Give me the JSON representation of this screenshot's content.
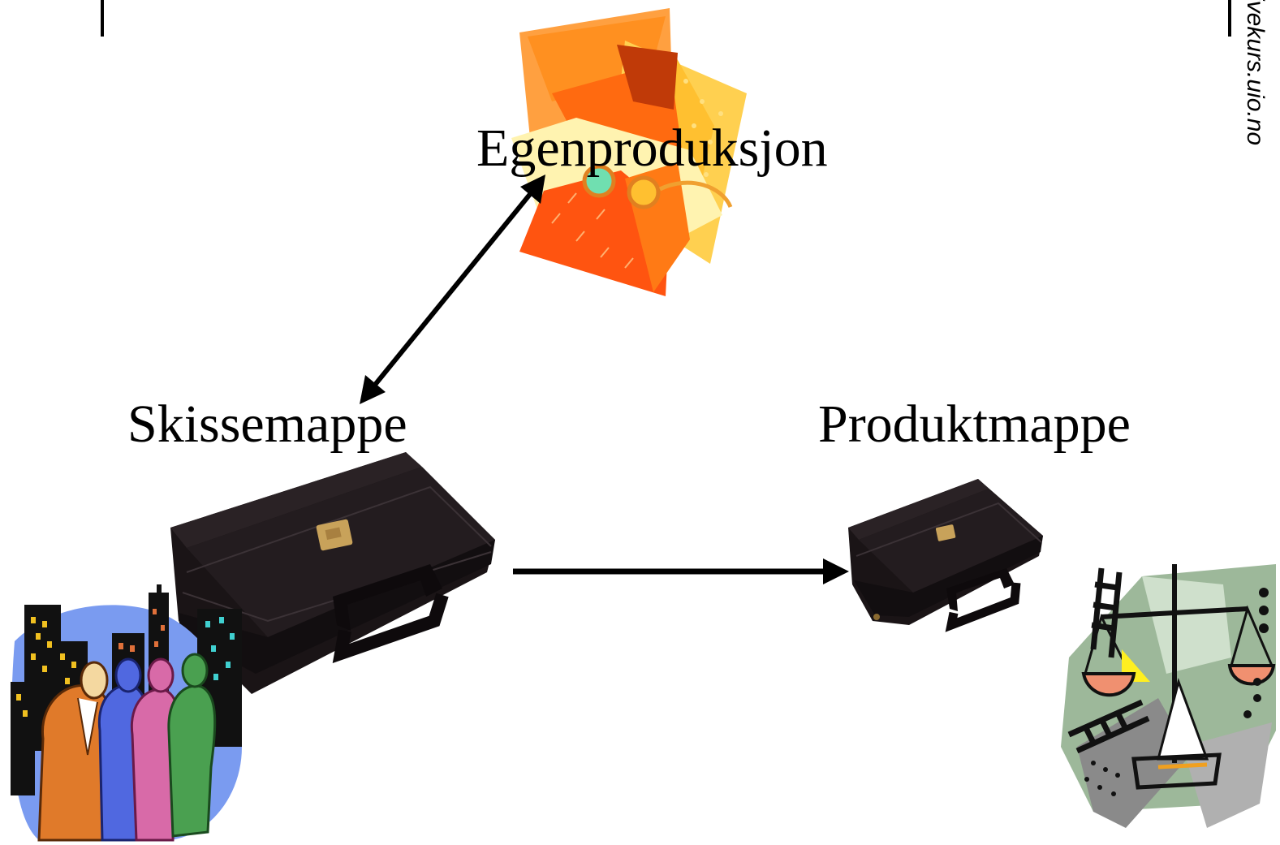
{
  "side_url": "ivekurs.uio.no",
  "nodes": {
    "top": {
      "label": "Egenproduksjon"
    },
    "left": {
      "label": "Skissemappe"
    },
    "right": {
      "label": "Produktmappe"
    }
  },
  "icons": {
    "egenproduksjon_clipart": "paper-art-clipart-icon",
    "skissemappe_briefcase": "briefcase-icon",
    "produktmappe_briefcase": "briefcase-icon",
    "people_city_clipart": "people-city-clipart-icon",
    "scales_clipart": "scales-of-justice-clipart-icon"
  },
  "colors": {
    "arrow": "#000000",
    "briefcase": "#1a1416",
    "clasp": "#c8a25a"
  }
}
